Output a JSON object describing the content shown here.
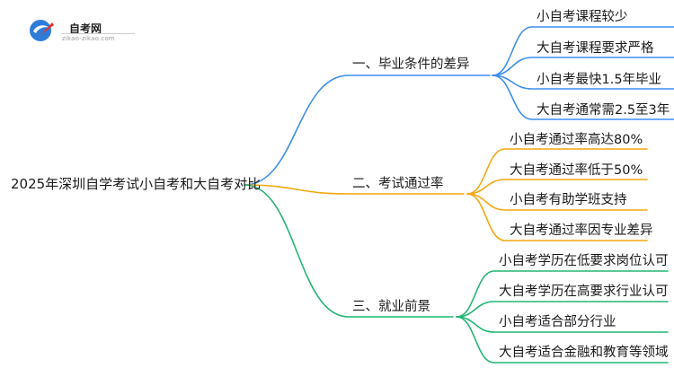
{
  "logo": {
    "title": "自考网",
    "url": "zikao-zikao.com"
  },
  "root": "2025年深圳自学考试小自考和大自考对比",
  "branches": [
    {
      "label": "一、毕业条件的差异",
      "color": "#3d8ef0",
      "leaves": [
        "小自考课程较少",
        "大自考课程要求严格",
        "小自考最快1.5年毕业",
        "大自考通常需2.5至3年"
      ]
    },
    {
      "label": "二、考试通过率",
      "color": "#f3a712",
      "leaves": [
        "小自考通过率高达80%",
        "大自考通过率低于50%",
        "小自考有助学班支持",
        "大自考通过率因专业差异"
      ]
    },
    {
      "label": "三、就业前景",
      "color": "#22b573",
      "leaves": [
        "小自考学历在低要求岗位认可",
        "大自考学历在高要求行业认可",
        "小自考适合部分行业",
        "大自考适合金融和教育等领域"
      ]
    }
  ]
}
